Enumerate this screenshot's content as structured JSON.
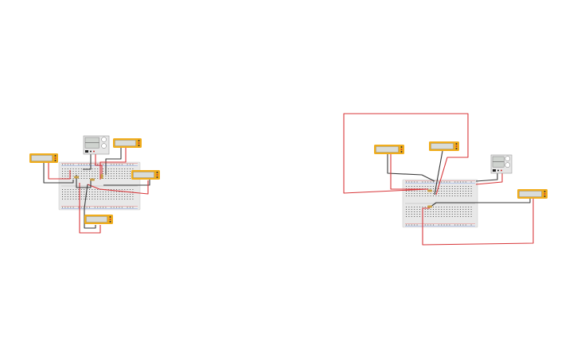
{
  "colors": {
    "background": "#ffffff",
    "wire_red": "#d8373a",
    "wire_black": "#3a3a3a",
    "meter_body": "#f0ad1c",
    "meter_screen": "#d9dcd9",
    "breadboard": "#e8e8e8",
    "breadboard_rail_red": "#e56c6c",
    "breadboard_rail_blue": "#6c8fe5",
    "resistor": "#c9a24b",
    "supply_body": "#e6e6e6"
  },
  "circuits": [
    {
      "id": "circuit-left",
      "components": [
        "breadboard",
        "power-supply",
        "multimeter",
        "multimeter",
        "multimeter",
        "multimeter",
        "resistor",
        "resistor",
        "resistor"
      ]
    },
    {
      "id": "circuit-right",
      "components": [
        "breadboard",
        "power-supply",
        "multimeter",
        "multimeter",
        "multimeter",
        "resistor",
        "resistor"
      ]
    }
  ]
}
